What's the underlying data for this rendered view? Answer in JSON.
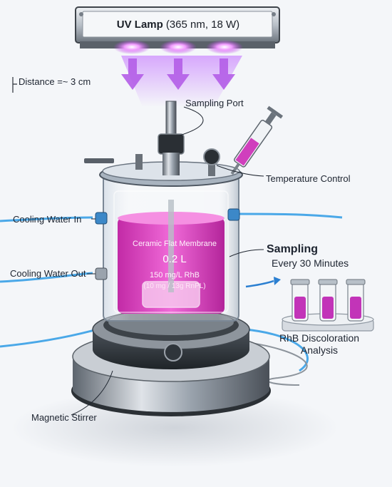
{
  "lamp": {
    "title_bold": "UV Lamp",
    "title_spec": "(365 nm, 18 W)"
  },
  "labels": {
    "distance": "Distance =~ 3 cm",
    "sampling_port": "Sampling Port",
    "temperature_control": "Temperature Control",
    "cooling_in": "Cooling Water In",
    "cooling_out": "Cooling Water Out",
    "sampling": "Sampling",
    "sampling_interval": "Every 30 Minutes",
    "analysis": "RhB Discoloration Analysis",
    "stirrer": "Magnetic Stirrer"
  },
  "reactor": {
    "membrane": "Ceramic Flat Membrane",
    "volume": "0.2 L",
    "concentration": "150 mg/L RhB",
    "ratio": "(10 mg / 13g RnPL)"
  },
  "colors": {
    "liquid": "#e23fc4",
    "uv_glow": "#c77dff",
    "water_tube": "#4aa8e8",
    "steel": "#9aa3ad",
    "sample": "#c234b8"
  }
}
